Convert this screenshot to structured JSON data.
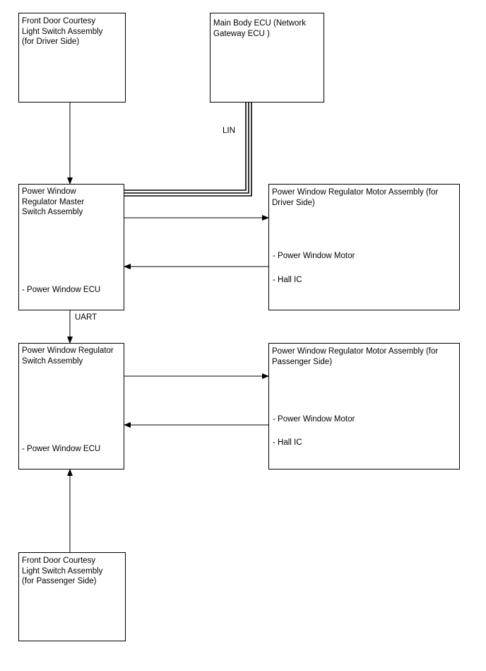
{
  "diagram": {
    "boxes": {
      "fd_driver": {
        "title": "Front Door Courtesy\nLight Switch Assembly\n(for Driver Side)"
      },
      "main_body": {
        "title": "Main Body ECU (Network\nGateway ECU )"
      },
      "master": {
        "title": "Power Window\nRegulator Master\nSwitch Assembly",
        "sub": "- Power Window ECU"
      },
      "motor_driver": {
        "title": "Power Window Regulator Motor Assembly (for\nDriver Side)",
        "sub1": "- Power Window Motor",
        "sub2": "- Hall IC"
      },
      "pw_switch": {
        "title": "Power Window Regulator\nSwitch Assembly",
        "sub": "- Power Window ECU"
      },
      "motor_passenger": {
        "title": "Power Window Regulator Motor Assembly (for\nPassenger Side)",
        "sub1": "- Power Window Motor",
        "sub2": "- Hall IC"
      },
      "fd_passenger": {
        "title": "Front Door Courtesy\nLight Switch Assembly\n(for Passenger Side)"
      }
    },
    "connections": {
      "lin": "LIN",
      "uart": "UART"
    }
  }
}
